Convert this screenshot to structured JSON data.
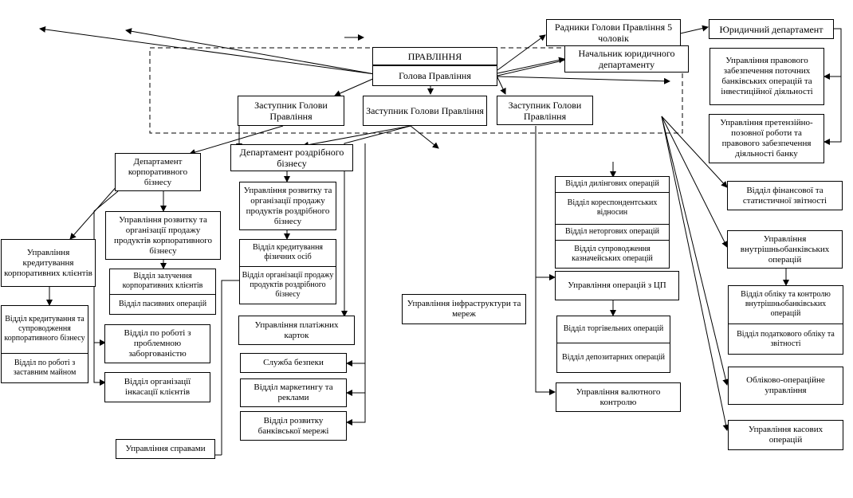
{
  "board": {
    "board_title": "ПРАВЛІННЯ",
    "chairman": "Голова Правління",
    "deputy_1": "Заступник Голови Правління",
    "deputy_2": "Заступник Голови Правління",
    "deputy_3": "Заступник Голови Правління"
  },
  "top": {
    "advisors": "Радники Голови Правління 5 чоловік",
    "legal_head": "Начальник юридичного департаменту",
    "legal_dept": "Юридичний департамент",
    "legal_ops": "Управління правового забезпечення поточних банківських операцій та інвестиційної діяльності",
    "legal_claims": "Управління претензійно-позовної роботи та правового забезпечення діяльності банку"
  },
  "corporate": {
    "dept": "Департамент корпоративного бізнесу",
    "credit": "Управління кредитування корпоративних клієнтів",
    "credit_support": "Відділ кредитування та супроводження корпоративного бізнесу",
    "collateral": "Відділ по роботі з заставним майном",
    "dev_sales": "Управління розвитку та організації продажу продуктів корпоративного бізнесу",
    "attraction": "Відділ залучення корпоративних клієнтів",
    "passive": "Відділ пасивних операцій",
    "problem_debt": "Відділ по роботі з проблемною заборгованістю",
    "collection": "Відділ організації інкасації клієнтів",
    "affairs": "Управління справами"
  },
  "retail": {
    "dept": "Департамент роздрібного бізнесу",
    "dev_sales": "Управління розвитку та організації продажу продуктів роздрібного бізнесу",
    "individual_credit": "Відділ кредитування фізичних осіб",
    "sales_org": "Відділ організації продажу продуктів роздрібного бізнесу",
    "cards": "Управління платіжних карток",
    "security": "Служба безпеки",
    "marketing": "Відділ маркетингу та реклами",
    "network": "Відділ розвитку банківської мережі",
    "infrastructure": "Управління інфраструктури та мереж"
  },
  "operations": {
    "dealing": "Відділ дилінгових операцій",
    "correspondent": "Відділ кореспондентських відносин",
    "non_trading": "Відділ неторгових операцій",
    "treasury": "Відділ супроводження казначейських операцій",
    "securities": "Управління операцій з ЦП",
    "trading": "Відділ торгівельних операцій",
    "depository": "Відділ депозитарних операцій",
    "currency": "Управління валютного контролю"
  },
  "finance": {
    "reporting": "Відділ фінансової та статистичної звітності",
    "internal": "Управління внутрішньобанківських операцій",
    "accounting_control": "Відділ обліку та контролю внутрішньобанківських операцій",
    "tax": "Відділ податкового обліку та звітності",
    "accounting_ops": "Обліково-операційне управління",
    "cash": "Управління касових операцій"
  }
}
